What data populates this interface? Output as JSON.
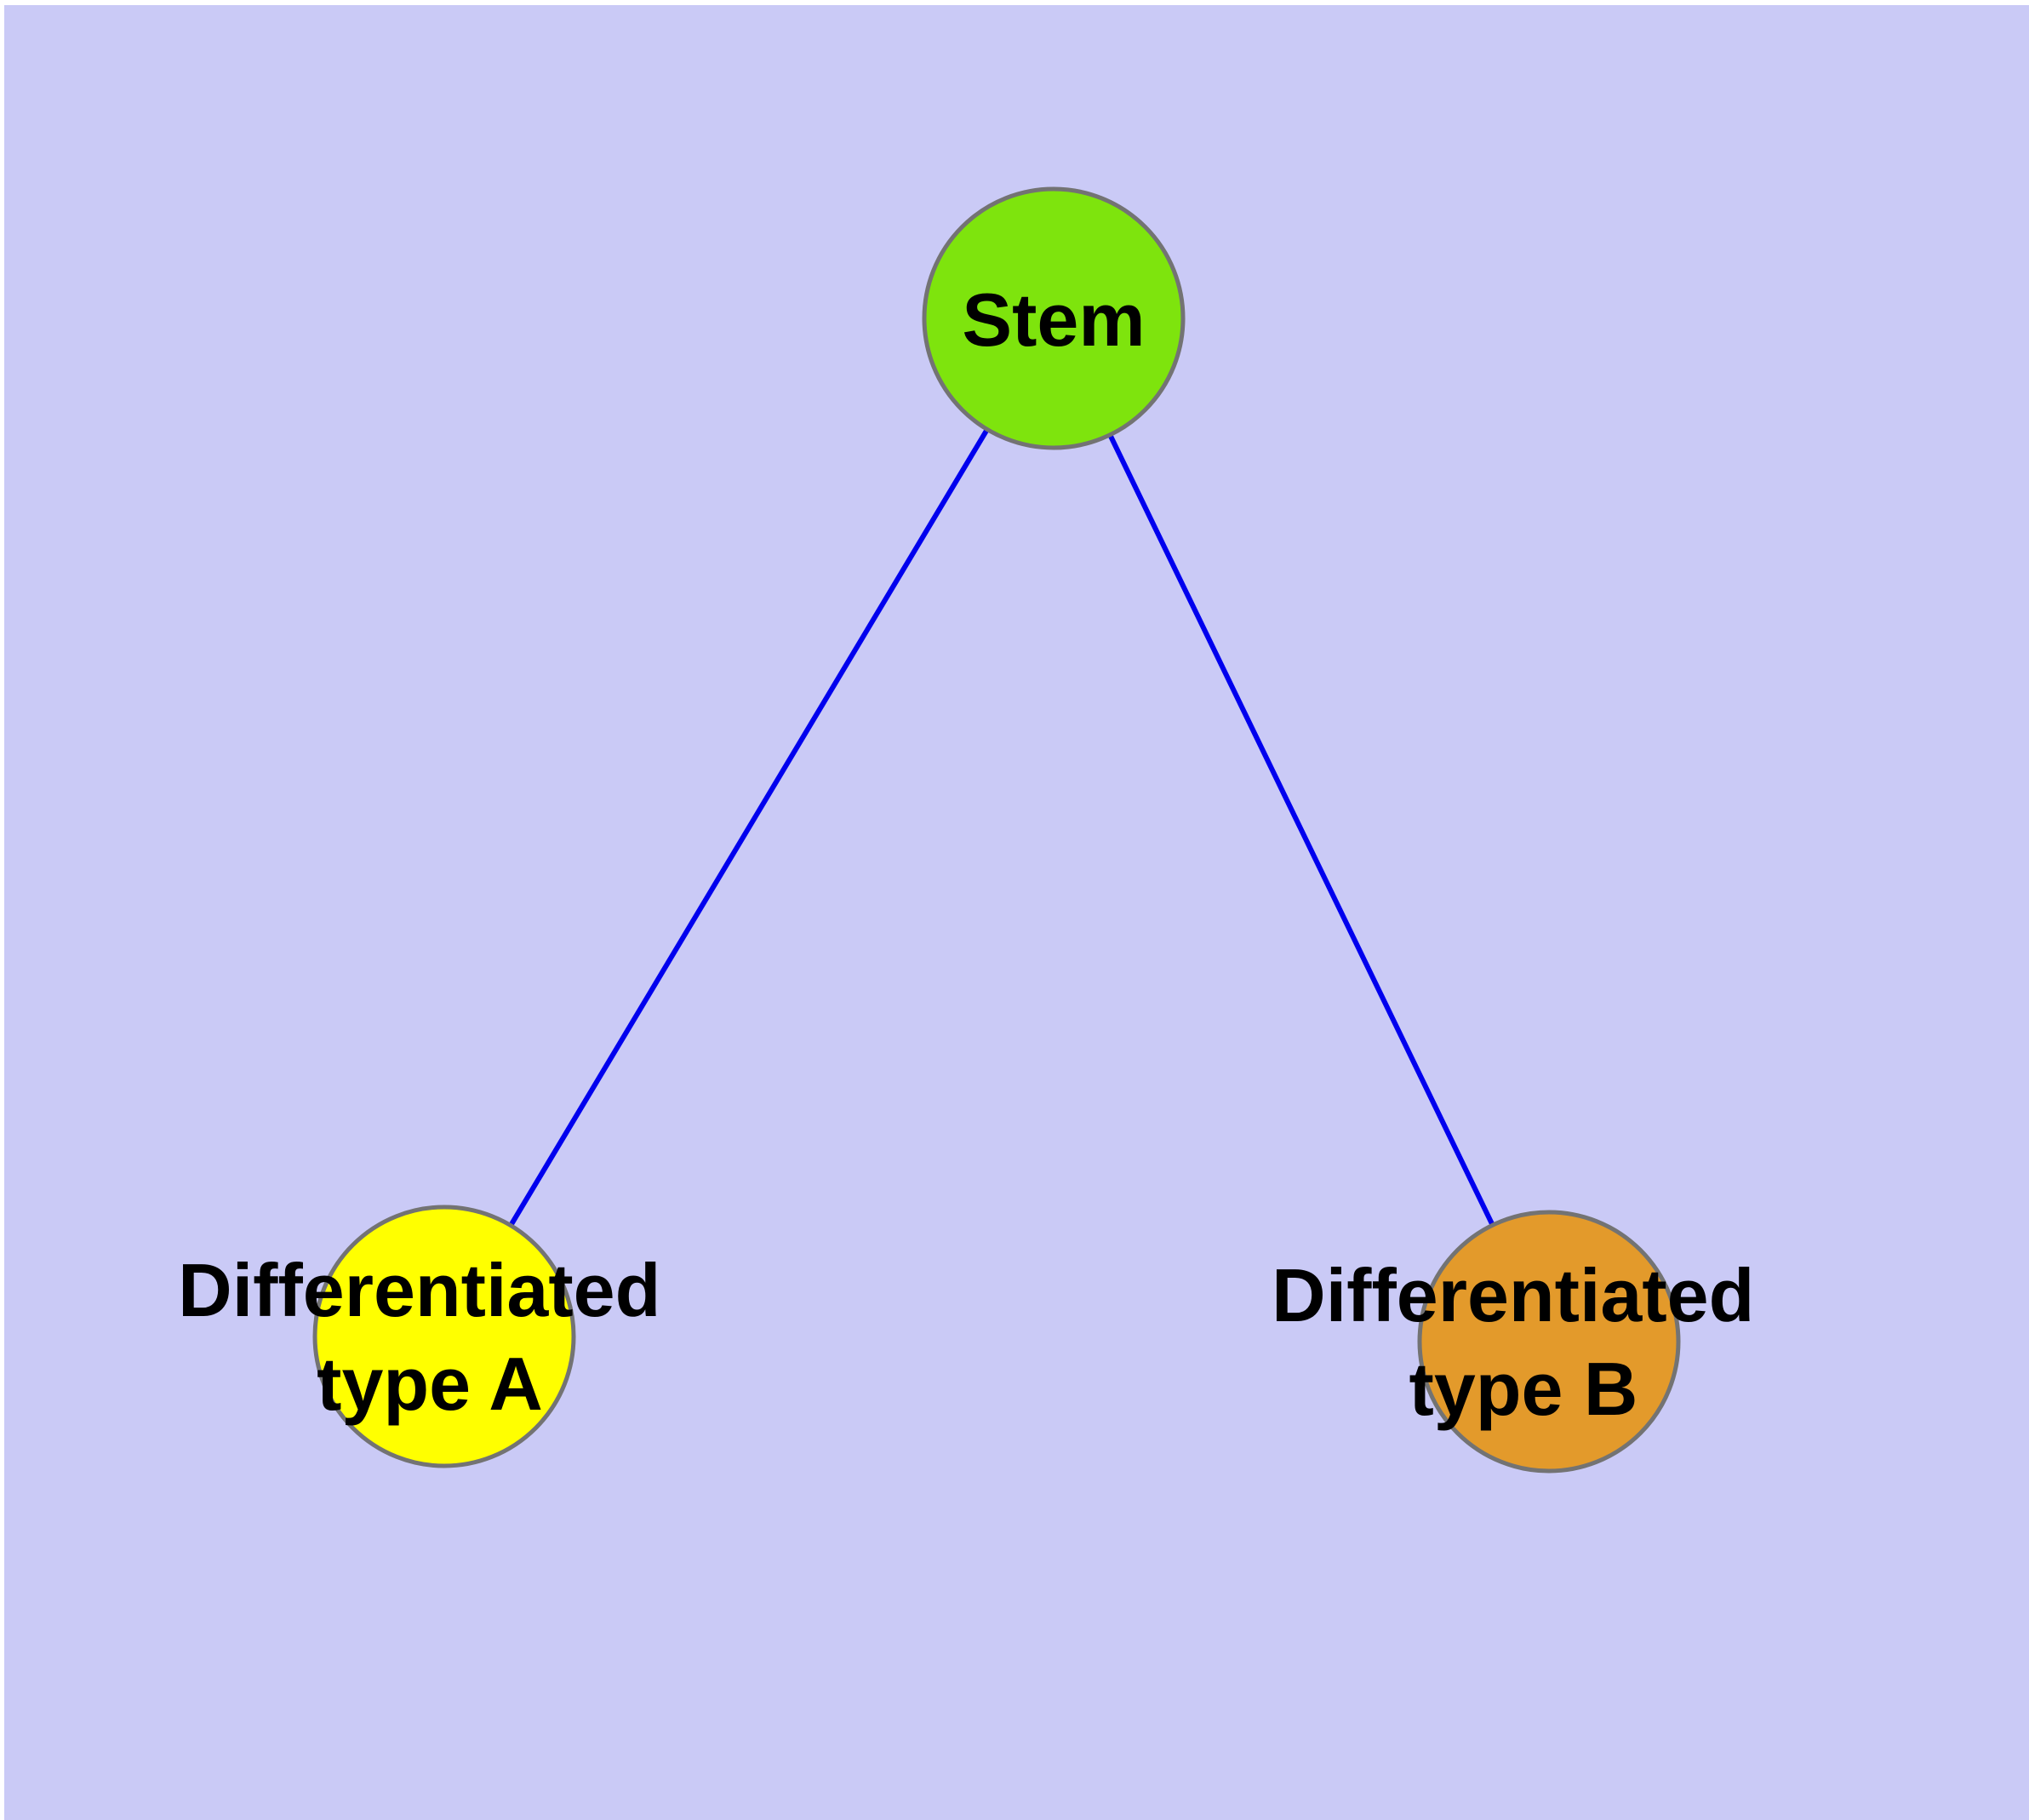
{
  "diagram": {
    "type": "graph",
    "description": "Stem cell differentiation diagram: one stem node branching to two differentiated cell type nodes",
    "colors": {
      "background": "#CACAF6",
      "frame": "#FFFFFF",
      "edge": "#0000EE",
      "node_border": "#737373",
      "label_text": "#000000"
    },
    "nodes": {
      "stem": {
        "label": "Stem",
        "fill": "#7EE40D"
      },
      "type_a": {
        "label_line1": "Differentiated",
        "label_line2": "type A",
        "fill": "#FFFF00"
      },
      "type_b": {
        "label_line1": "Differentiated",
        "label_line2": "type B",
        "fill": "#E39A2B"
      }
    },
    "edges": [
      {
        "from": "Stem",
        "to": "Differentiated type A"
      },
      {
        "from": "Stem",
        "to": "Differentiated type B"
      }
    ]
  }
}
